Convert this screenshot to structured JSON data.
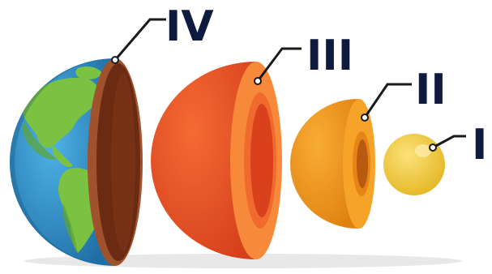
{
  "labels": {
    "layer_4": "IV",
    "layer_3": "III",
    "layer_2": "II",
    "layer_1": "I"
  },
  "colors": {
    "label_text": "#0e1a3e",
    "leader_line": "#1a1a1a",
    "ocean": "#2a8fc9",
    "land": "#7cc242",
    "crust_edge": "#a0522d",
    "crust_inner": "#6b2a12",
    "mantle_outer": "#ef5a2a",
    "mantle_face": "#f7893a",
    "outer_core": "#f39a1e",
    "inner_core": "#f2cc3a"
  }
}
